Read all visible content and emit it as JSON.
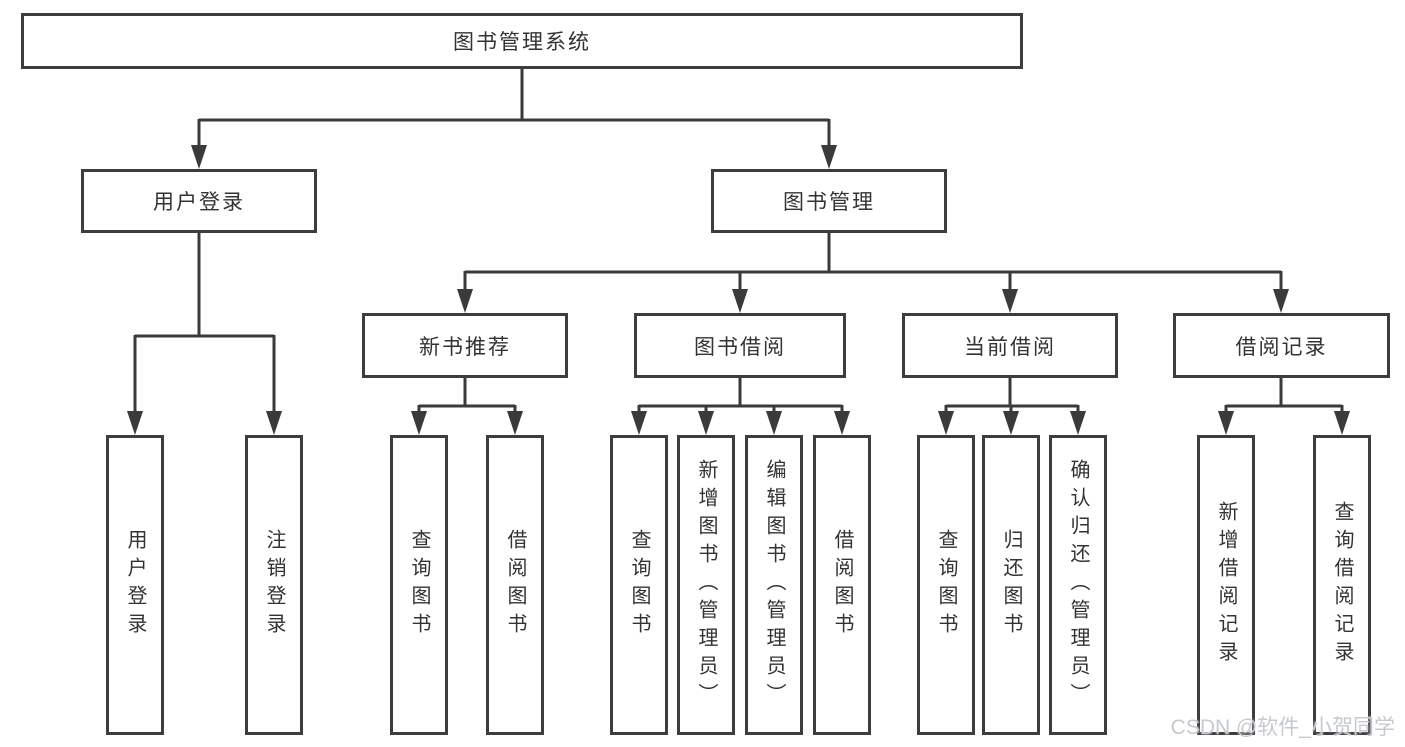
{
  "watermark": "CSDN @软件_小贺同学",
  "colors": {
    "line": "#3a3a3a",
    "border": "#3d3d3d",
    "text": "#333333",
    "background": "#ffffff",
    "watermark": "#c6c9ce"
  },
  "tree": {
    "label": "图书管理系统",
    "children": [
      {
        "label": "用户登录",
        "children": [
          {
            "label": "用户登录"
          },
          {
            "label": "注销登录"
          }
        ]
      },
      {
        "label": "图书管理",
        "children": [
          {
            "label": "新书推荐",
            "children": [
              {
                "label": "查询图书"
              },
              {
                "label": "借阅图书"
              }
            ]
          },
          {
            "label": "图书借阅",
            "children": [
              {
                "label": "查询图书"
              },
              {
                "label": "新增图书（管理员）"
              },
              {
                "label": "编辑图书（管理员）"
              },
              {
                "label": "借阅图书"
              }
            ]
          },
          {
            "label": "当前借阅",
            "children": [
              {
                "label": "查询图书"
              },
              {
                "label": "归还图书"
              },
              {
                "label": "确认归还（管理员）"
              }
            ]
          },
          {
            "label": "借阅记录",
            "children": [
              {
                "label": "新增借阅记录"
              },
              {
                "label": "查询借阅记录"
              }
            ]
          }
        ]
      }
    ]
  }
}
